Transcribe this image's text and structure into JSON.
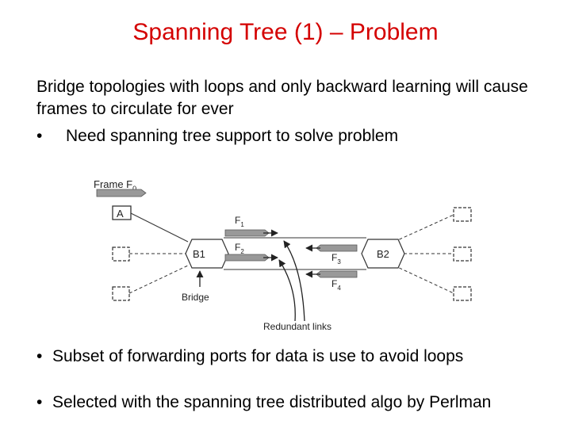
{
  "slide": {
    "title": "Spanning Tree (1) – Problem",
    "intro": "Bridge topologies with loops and only backward learning will cause frames to circulate for ever",
    "bullet_symbol": "•",
    "bullets": [
      "Need spanning tree support to solve problem",
      "Subset of forwarding ports for data is use to avoid loops",
      "Selected with the spanning tree distributed algo by Perlman"
    ]
  },
  "diagram": {
    "frame_label": "Frame F",
    "frame_sub": "0",
    "host_a": "A",
    "bridge_1": "B1",
    "bridge_2": "B2",
    "f1": "F",
    "f1_sub": "1",
    "f2": "F",
    "f2_sub": "2",
    "f3": "F",
    "f3_sub": "3",
    "f4": "F",
    "f4_sub": "4",
    "bridge_label": "Bridge",
    "redundant_label": "Redundant links"
  }
}
